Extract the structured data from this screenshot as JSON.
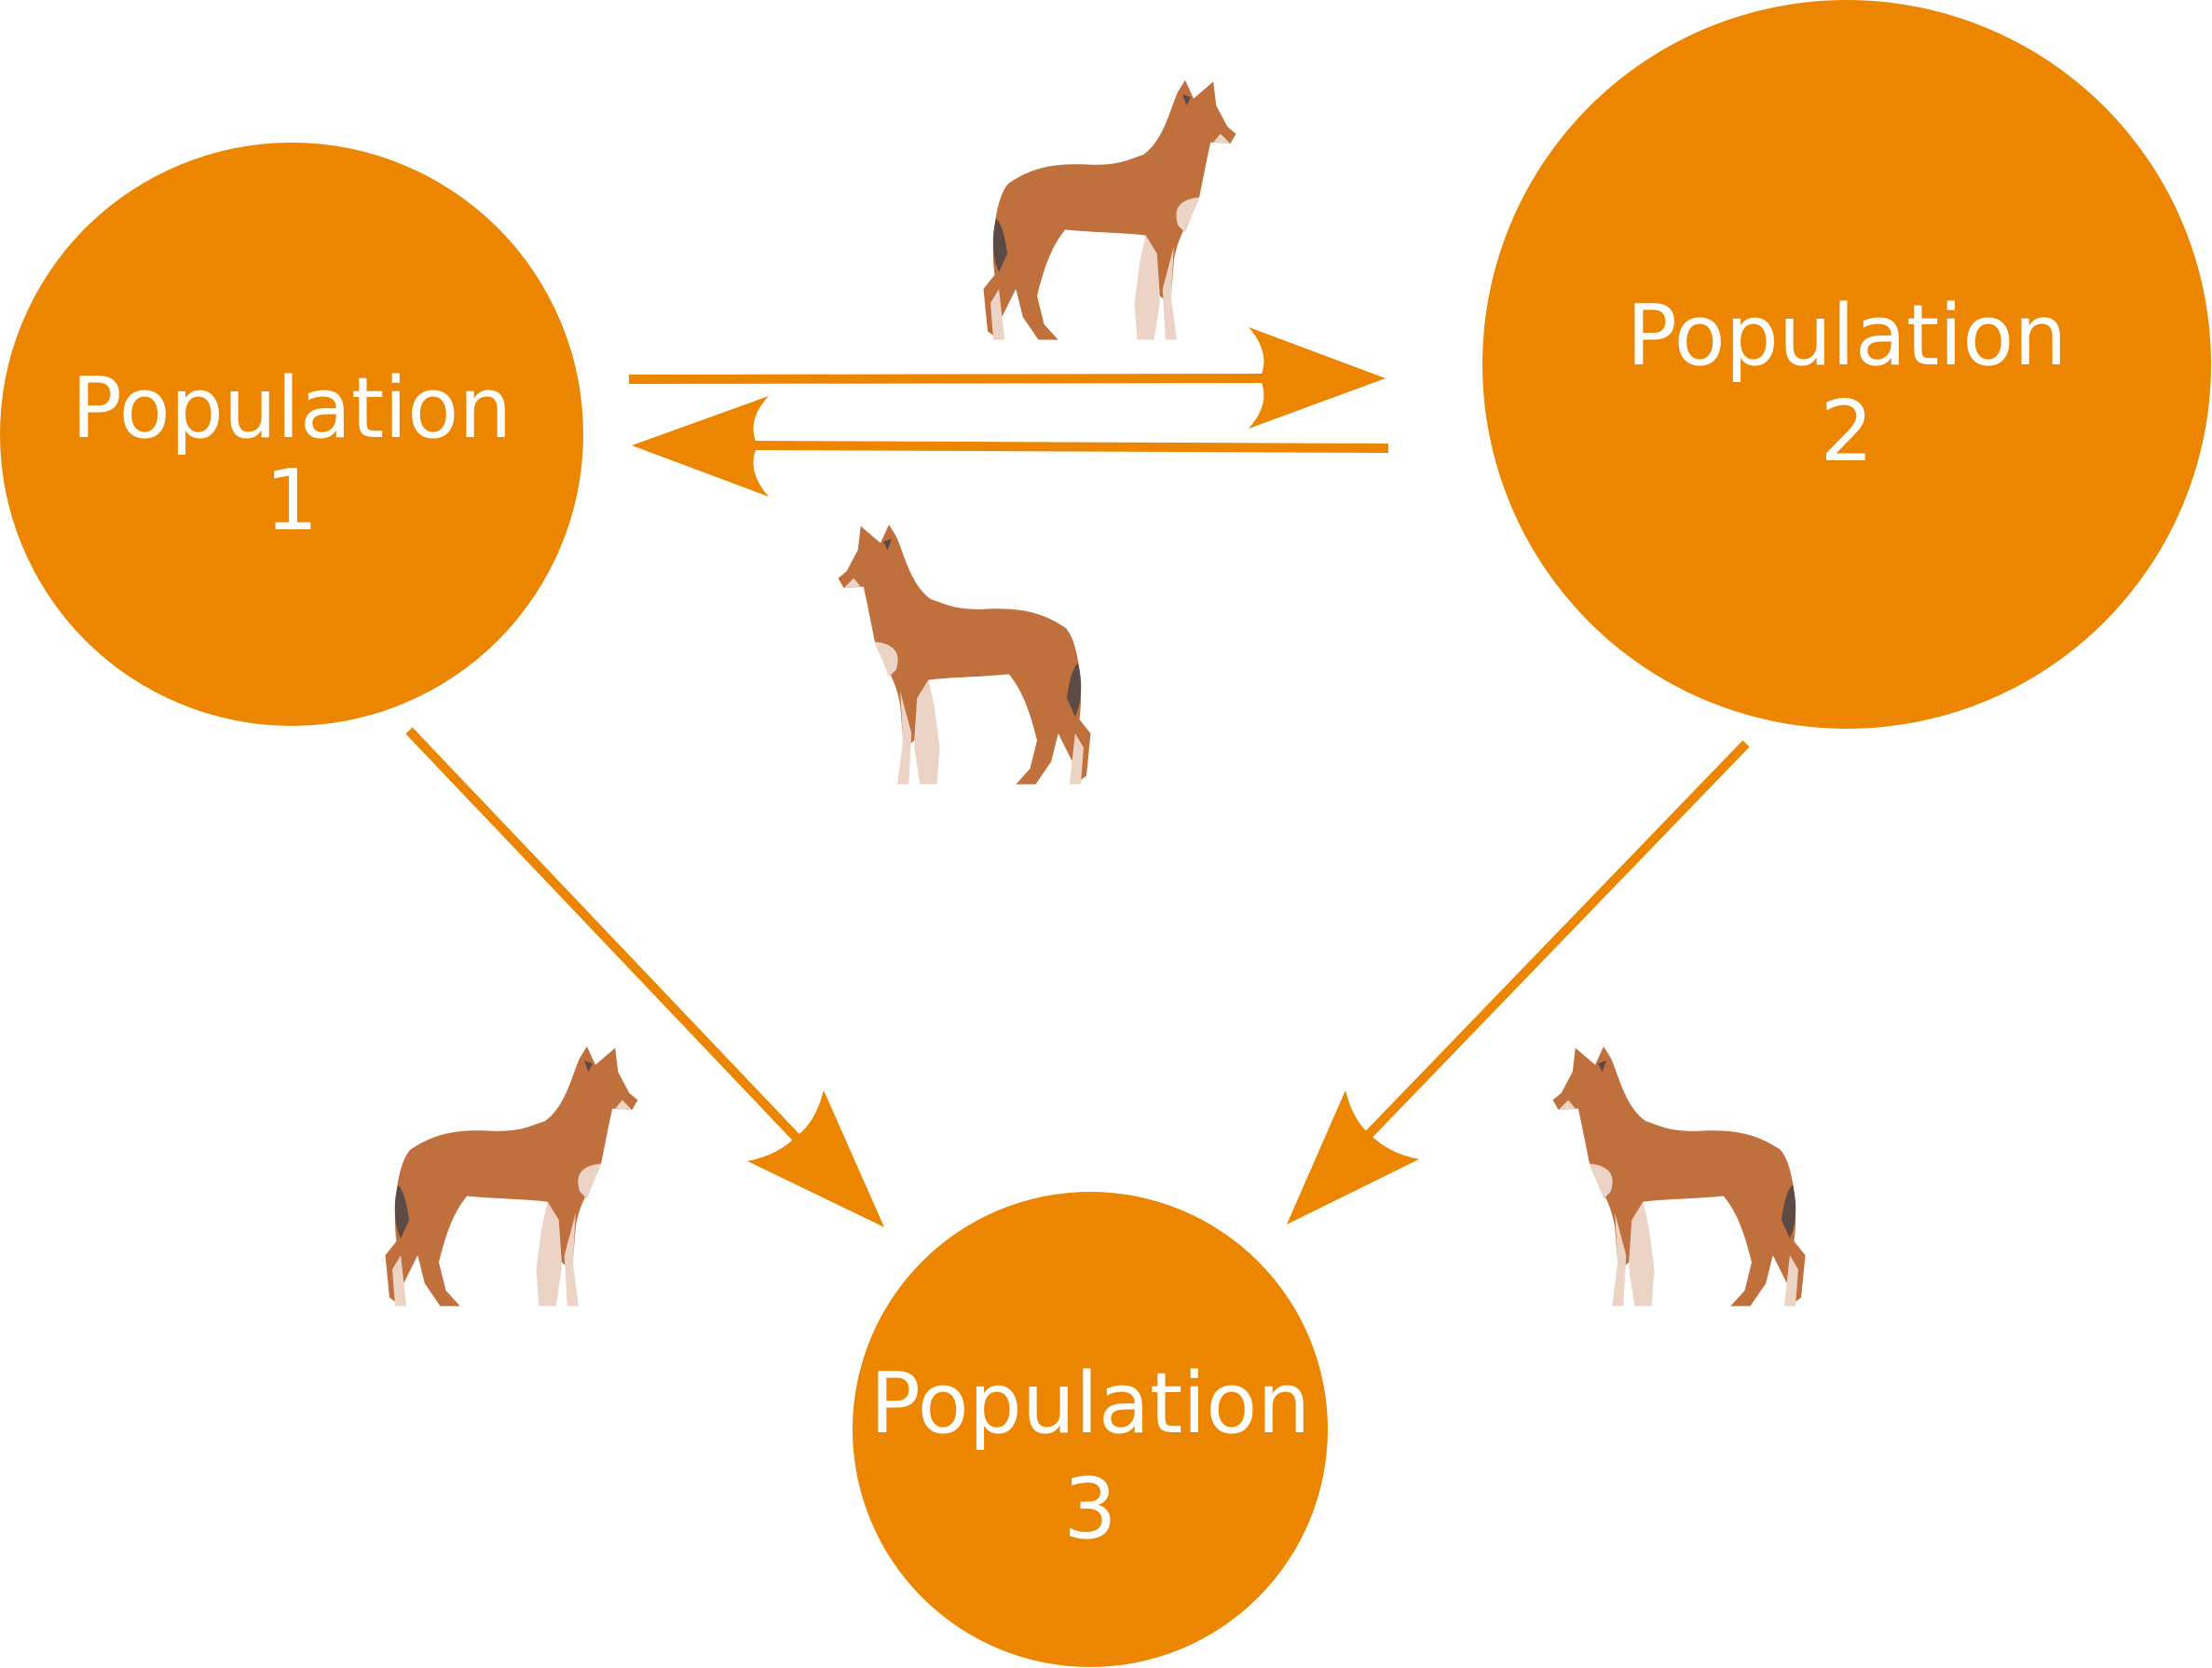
{
  "populations": [
    {
      "label": "Population",
      "number": "1"
    },
    {
      "label": "Population",
      "number": "2"
    },
    {
      "label": "Population",
      "number": "3"
    }
  ],
  "colors": {
    "circle": "#EC8500",
    "wolf_body": "#C0703D",
    "wolf_light": "#EBD3C5",
    "wolf_dark": "#5E4A44"
  }
}
